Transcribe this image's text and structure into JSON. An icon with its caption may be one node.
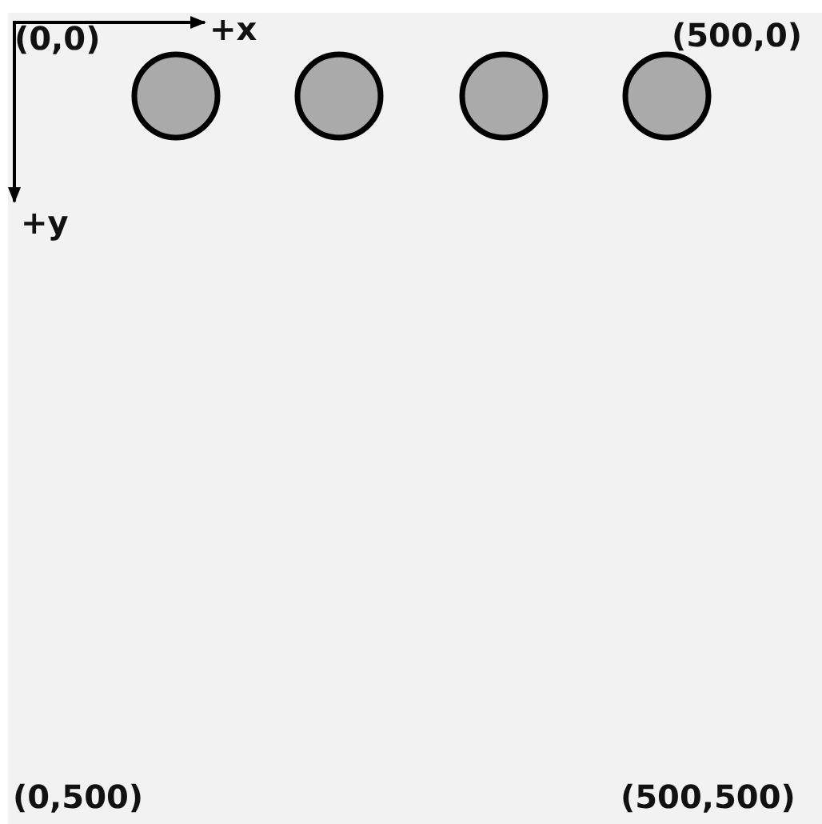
{
  "diagram": {
    "nodes": [
      {
        "text": [],
        "shape": "circle"
      },
      {
        "text": [],
        "shape": "circle"
      },
      {
        "text": [],
        "shape": "circle"
      },
      {
        "text": [],
        "shape": "circle"
      }
    ],
    "labels": [
      "(0,0)",
      "+x",
      "(500,0)",
      "+y",
      "(0,500)",
      "(500,500)"
    ]
  }
}
